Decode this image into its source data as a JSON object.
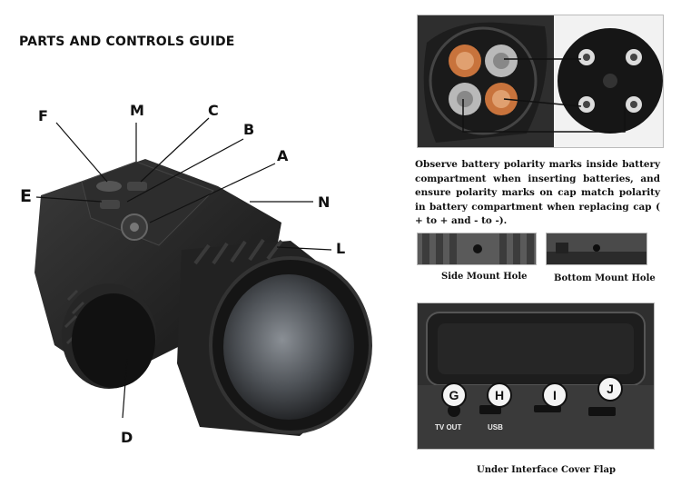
{
  "title": "PARTS AND CONTROLS GUIDE",
  "callouts": {
    "A": "A",
    "B": "B",
    "C": "C",
    "D": "D",
    "E": "E",
    "F": "F",
    "L": "L",
    "M": "M",
    "N": "N"
  },
  "battery_note": "Observe battery polarity marks inside battery compartment when inserting batteries, and ensure polarity marks on cap match polarity in battery compartment when replacing cap ( + to + and - to -).",
  "side_mount_caption": "Side Mount Hole",
  "bottom_mount_caption": "Bottom Mount Hole",
  "interface_caption": "Under Interface Cover Flap",
  "ports": [
    {
      "letter": "G",
      "sub": "TV OUT"
    },
    {
      "letter": "H",
      "sub": "USB"
    },
    {
      "letter": "I",
      "sub": ""
    },
    {
      "letter": "J",
      "sub": ""
    }
  ],
  "colors": {
    "body": "#1e1e1e",
    "rubber": "#2a2a2a",
    "battery_orange": "#c8733c",
    "battery_silver": "#b9b9b9"
  }
}
